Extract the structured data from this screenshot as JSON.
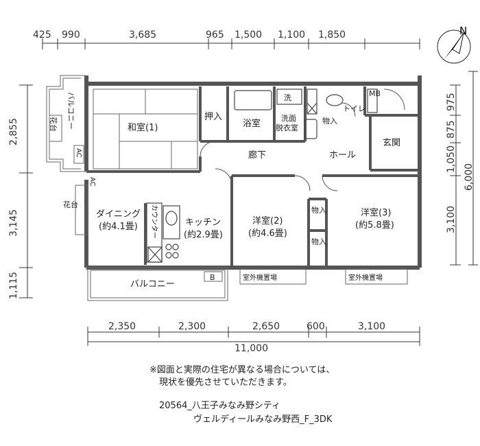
{
  "top_dimensions": [
    "425",
    "990",
    "3,685",
    "965",
    "1,500",
    "1,100",
    "1,850"
  ],
  "bottom_dimensions": [
    "2,350",
    "2,300",
    "2,650",
    "600",
    "3,100"
  ],
  "bottom_total": "11,000",
  "left_dimensions": [
    "2,855",
    "3,145",
    "1,115"
  ],
  "right_dimensions_inner": [
    "975",
    "875",
    "1,050",
    "3,100"
  ],
  "right_dimension_total": "6,000",
  "compass_label": "N",
  "rooms": {
    "washitsu": "和室(1)",
    "oshiire": "押入",
    "yokushitsu": "浴室",
    "sen": "洗",
    "senmen_1": "洗面",
    "senmen_2": "脱衣室",
    "monoire_top": "物入",
    "toilet": "トイレ",
    "mb": "MB",
    "genkan": "玄関",
    "rouka": "廊下",
    "hall": "ホール",
    "dining_1": "ダイニング",
    "dining_2": "(約4.1畳)",
    "kitchen_1": "キッチン",
    "kitchen_2": "(約2.9畳)",
    "counter": "カウンター",
    "youshitsu2_1": "洋室(2)",
    "youshitsu2_2": "(約4.6畳)",
    "youshitsu3_1": "洋室(3)",
    "youshitsu3_2": "(約5.8畳)",
    "monoire_mid1": "物入",
    "monoire_mid2": "物入",
    "balcony_left": "バルコニー",
    "balcony_bottom": "バルコニー",
    "kadan_left": "花台",
    "kadan_mid": "花台",
    "shitsugai_1": "室外機置場",
    "shitsugai_2": "室外機置場",
    "ac_1": "AC",
    "ac_2": "AC",
    "b_label": "B"
  },
  "notes": {
    "disclaimer_1": "※図面と実際の住宅が異なる場合については、",
    "disclaimer_2": "現状を優先させていただきます。",
    "property_1": "20564_八王子みなみ野シティ",
    "property_2": "ヴェルディールみなみ野西_F_3DK"
  }
}
